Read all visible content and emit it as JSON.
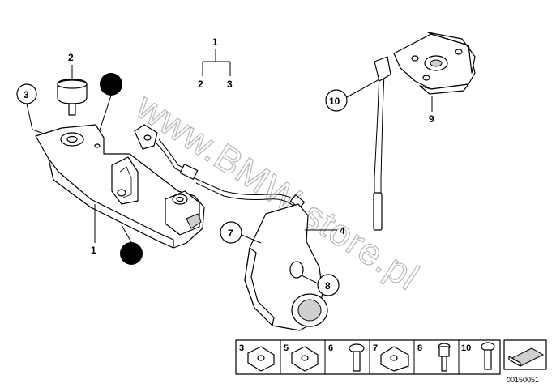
{
  "watermark": "www.BMW-store.pl",
  "tree": {
    "root": "1",
    "left": "2",
    "right": "3"
  },
  "callouts": {
    "c1": "1",
    "c2": "2",
    "c3": "3",
    "c4": "4",
    "c7": "7",
    "c8": "8",
    "c9": "9",
    "c10": "10"
  },
  "legend": {
    "items": [
      {
        "num": "3"
      },
      {
        "num": "5"
      },
      {
        "num": "6"
      },
      {
        "num": "7"
      },
      {
        "num": "8"
      },
      {
        "num": "10"
      }
    ]
  },
  "diagram_ref": "00150051"
}
